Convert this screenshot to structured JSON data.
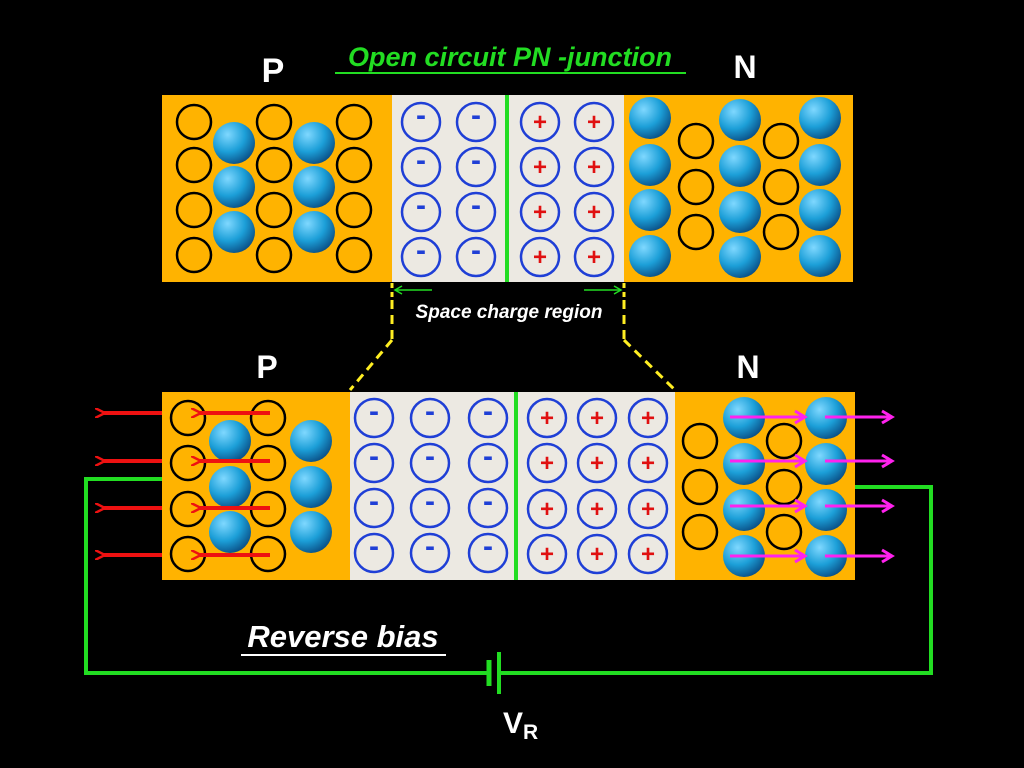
{
  "title": "Open circuit PN -junction",
  "top_p_label": "P",
  "top_n_label": "N",
  "space_charge_label": "Space charge region",
  "bottom_p_label": "P",
  "bottom_n_label": "N",
  "bias_label": "Reverse bias",
  "source_label": "V",
  "source_subscript": "R",
  "minus_sign": "-",
  "plus_sign": "+",
  "colors": {
    "background": "#000000",
    "p_n_region": "#ffb300",
    "depletion_region": "#ece9e2",
    "junction_line": "#22dd22",
    "wire": "#22dd22",
    "title": "#22dd22",
    "hole_outline": "#000000",
    "electron": "#1a9fd6",
    "negative_ion": "#1f3fd6",
    "positive_ion_sign": "#e01010",
    "hole_arrow": "#ee1111",
    "electron_arrow": "#ff22ee",
    "dashed_guide": "#ffee22"
  }
}
